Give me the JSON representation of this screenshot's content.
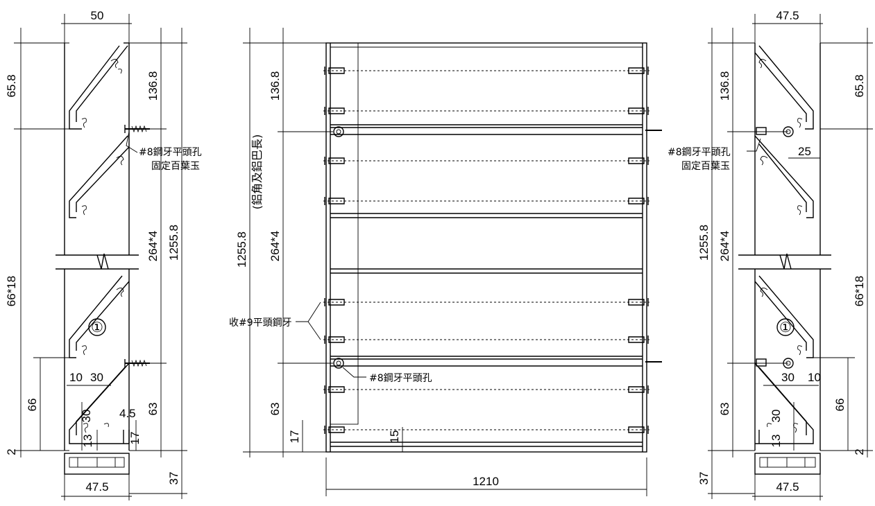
{
  "left_section": {
    "dims": {
      "top_width": "50",
      "top_pitch": "65.8",
      "screw_pitch": "136.8",
      "module": "264*4",
      "overall": "1255.8",
      "count": "66*18",
      "d10": "10",
      "d30h": "30",
      "d66": "66",
      "d30v": "30",
      "d13": "13",
      "d45": "4.5",
      "d63": "63",
      "d17": "17",
      "d2": "2",
      "d37": "37",
      "bottom_width": "47.5"
    },
    "callout_l1": "#8鋼牙平頭孔",
    "callout_l2": "固定百葉玉",
    "blade_mark": "①"
  },
  "front_view": {
    "dims": {
      "overall": "1255.8",
      "note": "(鋁角及鋁巴長)",
      "screw_pitch": "136.8",
      "module": "264*4",
      "d63": "63",
      "d17": "17",
      "d15": "15",
      "width": "1210"
    },
    "screw_callout": "收#9平頭鋼牙",
    "hole_callout": "#8鋼牙平頭孔"
  },
  "right_section": {
    "dims": {
      "top_width": "47.5",
      "screw_pitch": "136.8",
      "top_pitch": "65.8",
      "d25": "25",
      "overall": "1255.8",
      "module": "264*4",
      "count": "66*18",
      "d30": "30",
      "d10": "10",
      "d66": "66",
      "d63": "63",
      "d30v": "30",
      "d13": "13",
      "d2": "2",
      "d37": "37",
      "bottom_width": "47.5"
    },
    "callout_l1": "#8鋼牙平頭孔",
    "callout_l2": "固定百葉玉",
    "blade_mark": "①"
  }
}
